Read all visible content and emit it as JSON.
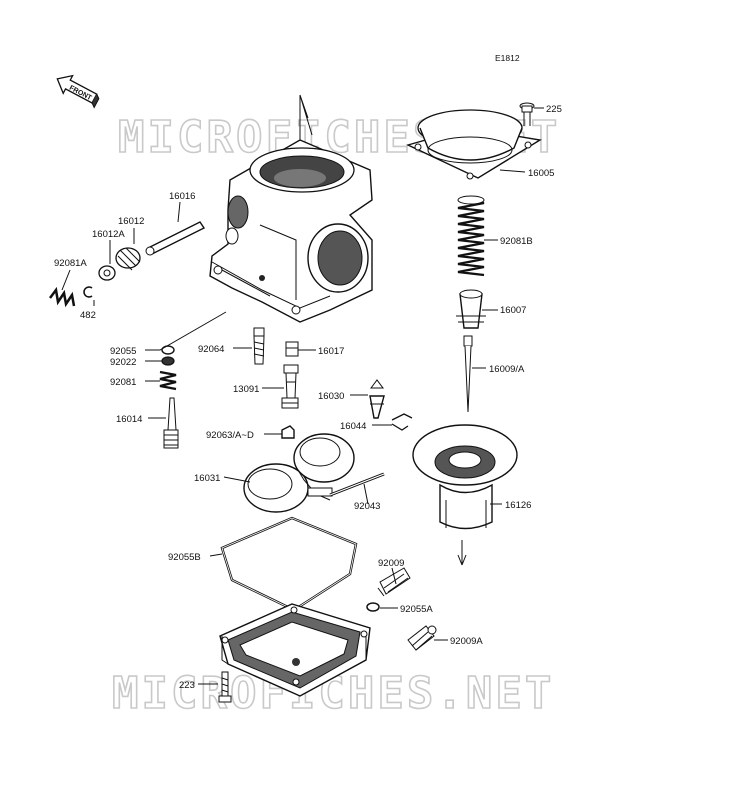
{
  "diagram_code": "E1812",
  "front_marker": "FRONT",
  "watermark": "MICROFICHES.NET",
  "parts": [
    {
      "id": "p225",
      "label": "225"
    },
    {
      "id": "p16005",
      "label": "16005"
    },
    {
      "id": "p16016",
      "label": "16016"
    },
    {
      "id": "p16012",
      "label": "16012"
    },
    {
      "id": "p16012A",
      "label": "16012A"
    },
    {
      "id": "p92081A",
      "label": "92081A"
    },
    {
      "id": "p482",
      "label": "482"
    },
    {
      "id": "p92081B",
      "label": "92081B"
    },
    {
      "id": "p16007",
      "label": "16007"
    },
    {
      "id": "p92055",
      "label": "92055"
    },
    {
      "id": "p92022",
      "label": "92022"
    },
    {
      "id": "p92064",
      "label": "92064"
    },
    {
      "id": "p16017",
      "label": "16017"
    },
    {
      "id": "p16009A",
      "label": "16009/A"
    },
    {
      "id": "p92081",
      "label": "92081"
    },
    {
      "id": "p13091",
      "label": "13091"
    },
    {
      "id": "p16030",
      "label": "16030"
    },
    {
      "id": "p16014",
      "label": "16014"
    },
    {
      "id": "p16044",
      "label": "16044"
    },
    {
      "id": "p92063AD",
      "label": "92063/A~D"
    },
    {
      "id": "p16031",
      "label": "16031"
    },
    {
      "id": "p16126",
      "label": "16126"
    },
    {
      "id": "p92043",
      "label": "92043"
    },
    {
      "id": "p92055B",
      "label": "92055B"
    },
    {
      "id": "p92009",
      "label": "92009"
    },
    {
      "id": "p92055A",
      "label": "92055A"
    },
    {
      "id": "p92009A",
      "label": "92009A"
    },
    {
      "id": "p223",
      "label": "223"
    }
  ]
}
